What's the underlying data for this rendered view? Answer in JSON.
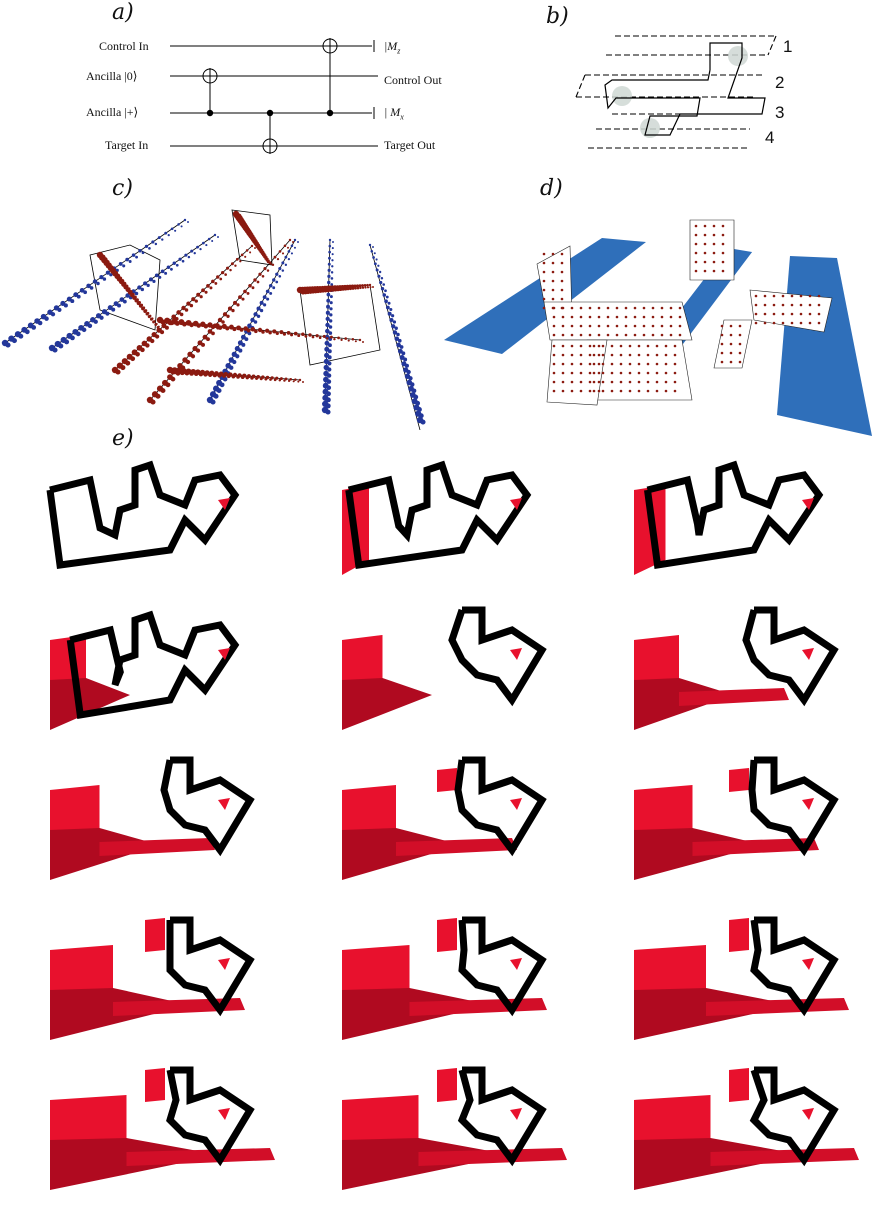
{
  "panels": {
    "a": "a)",
    "b": "b)",
    "c": "c)",
    "d": "d)",
    "e": "e)"
  },
  "circuit": {
    "inputs": [
      "Control In",
      "Ancilla |0⟩",
      "Ancilla |+⟩",
      "Target In"
    ],
    "outputs": [
      "|M",
      "Control Out",
      "| M",
      "Target Out"
    ],
    "output_subscripts": [
      "z",
      "",
      "x",
      ""
    ]
  },
  "braid_levels": [
    "1",
    "2",
    "3",
    "4"
  ],
  "colors": {
    "red_face": "#e8112d",
    "red_dark": "#b00a20",
    "blue_face": "#2f6fba",
    "dot_red": "#8b1a10",
    "dot_blue": "#23379a",
    "black": "#000000"
  },
  "sequence_frames": 15
}
